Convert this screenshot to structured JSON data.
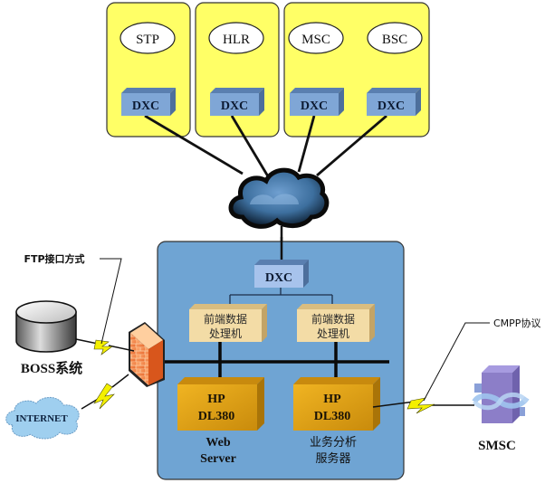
{
  "colors": {
    "site_box_fill": "#ffff66",
    "site_box_stroke": "#333333",
    "center_box_fill": "#6fa4d3",
    "dxc_front": "#7fa6d6",
    "dxc_top": "#5a7fb0",
    "dxc_side": "#4d6f9c",
    "processor_front": "#f3dca6",
    "processor_top": "#d9bd80",
    "server_front": "#e3a718",
    "server_top": "#c88a0e",
    "lightning": "#f4f000",
    "firewall": "#f0803a",
    "smsc": "#8c7ec8",
    "internet_cloud": "#9fcfef",
    "network_cloud": "#3d6f9e"
  },
  "sites": [
    {
      "nodes": [
        {
          "label": "STP",
          "dxc": "DXC"
        }
      ]
    },
    {
      "nodes": [
        {
          "label": "HLR",
          "dxc": "DXC"
        }
      ]
    },
    {
      "nodes": [
        {
          "label": "MSC",
          "dxc": "DXC"
        },
        {
          "label": "BSC",
          "dxc": "DXC"
        }
      ]
    }
  ],
  "center": {
    "dxc": "DXC",
    "processors": [
      {
        "line1": "前端数据",
        "line2": "处理机"
      },
      {
        "line1": "前端数据",
        "line2": "处理机"
      }
    ],
    "servers": [
      {
        "line1": "HP",
        "line2": "DL380",
        "caption1": "Web",
        "caption2": "Server"
      },
      {
        "line1": "HP",
        "line2": "DL380",
        "caption1": "业务分析",
        "caption2": "服务器"
      }
    ]
  },
  "external": {
    "boss_label": "BOSS系统",
    "internet_label": "INTERNET",
    "smsc_label": "SMSC",
    "ftp_callout": "FTP接口方式",
    "cmpp_callout": "CMPP协议"
  }
}
